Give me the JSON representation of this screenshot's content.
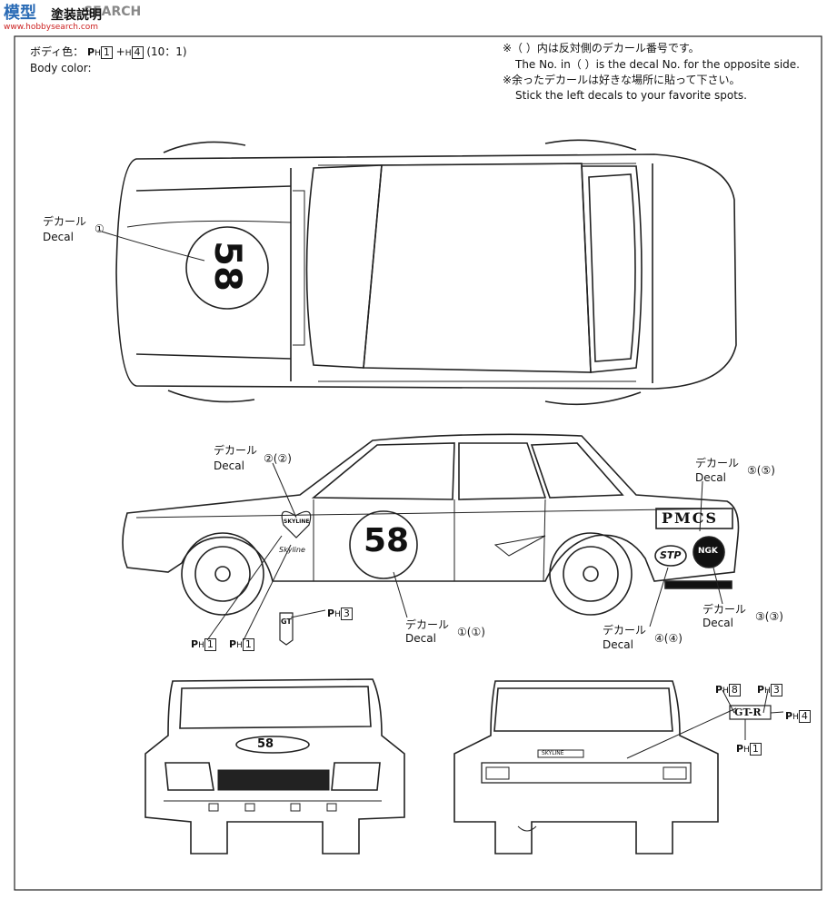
{
  "watermark": {
    "brand": "SEARCH",
    "site": "www.hobbysearch.com"
  },
  "header": {
    "title": "塗装説明"
  },
  "body_color": {
    "label_jp": "ボディ色：",
    "paint_a": "1",
    "paint_b": "4",
    "ratio": "(10：1)",
    "label_en": "Body color:"
  },
  "notes": {
    "note1_jp": "※（ ）内は反対側のデカール番号です。",
    "note1_en": "The No. in（ ）is the decal No. for the opposite side.",
    "note2_jp": "※余ったデカールは好きな場所に貼って下さい。",
    "note2_en": "Stick the left decals to your favorite spots."
  },
  "callouts": {
    "top_decal": {
      "jp": "デカール",
      "en": "Decal",
      "num": "①"
    },
    "side_2": {
      "jp": "デカール",
      "en": "Decal",
      "num": "②(②)"
    },
    "side_5": {
      "jp": "デカール",
      "en": "Decal",
      "num": "⑤(⑤)"
    },
    "side_1": {
      "jp": "デカール",
      "en": "Decal",
      "num": "①(①)"
    },
    "side_4": {
      "jp": "デカール",
      "en": "Decal",
      "num": "④(④)"
    },
    "side_3": {
      "jp": "デカール",
      "en": "Decal",
      "num": "③(③)"
    }
  },
  "paint_refs": {
    "p_prefix": "P",
    "h": "H",
    "side_ph3": "3",
    "side_ph1a": "1",
    "side_ph1b": "1",
    "rear_ph8": "8",
    "rear_ph3": "3",
    "rear_ph4": "4",
    "rear_ph1": "1"
  },
  "car_markings": {
    "race_number": "58",
    "pmcs": "PMCS",
    "ngk": "NGK",
    "stp": "STP",
    "skyline_heart": "SKYLINE",
    "skyline_script": "Skyline",
    "gtr_emblem": "GT-R",
    "skyline_rear": "SKYLINE",
    "gt_badge": "GT"
  }
}
